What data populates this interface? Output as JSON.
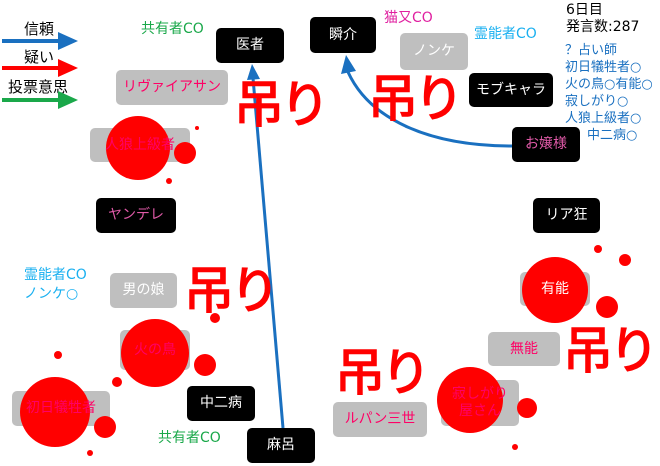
{
  "legend": [
    {
      "label": "信頼",
      "color": "#1a70c0"
    },
    {
      "label": "疑い",
      "color": "#ff0000"
    },
    {
      "label": "投票意思",
      "color": "#1aa84a"
    }
  ],
  "info": {
    "day": "6日目",
    "post_count": "発言数:287"
  },
  "seer_results": {
    "title": "？占い師",
    "lines": [
      "初日犠牲者○",
      "火の鳥○有能○",
      "寂しがり○",
      "人狼上級者○",
      "中二病○"
    ]
  },
  "players": {
    "isha": "医者",
    "shunsuke": "瞬介",
    "leviathan": "リヴァイアサン",
    "jinro": "人狼上級者",
    "yandere": "ヤンデレ",
    "nonke": "ノンケ",
    "mob": "モブキャラ",
    "ojou": "お嬢様",
    "riakyou": "リア狂",
    "otokonoko": "男の娘",
    "hinotori": "火の鳥",
    "shonichi": "初日犠牲者",
    "chuuni": "中二病",
    "maro": "麻呂",
    "yuunou": "有能",
    "munou": "無能",
    "sabishi": "寂しがり屋さん",
    "lupin": "ルパン三世"
  },
  "claims": {
    "isha": "共有者CO",
    "shunsuke": "猫又CO",
    "nonke": "霊能者CO",
    "otokonoko_1": "霊能者CO",
    "otokonoko_2": "ノンケ○",
    "chuuni": "共有者CO"
  },
  "hanged_label": "吊り"
}
